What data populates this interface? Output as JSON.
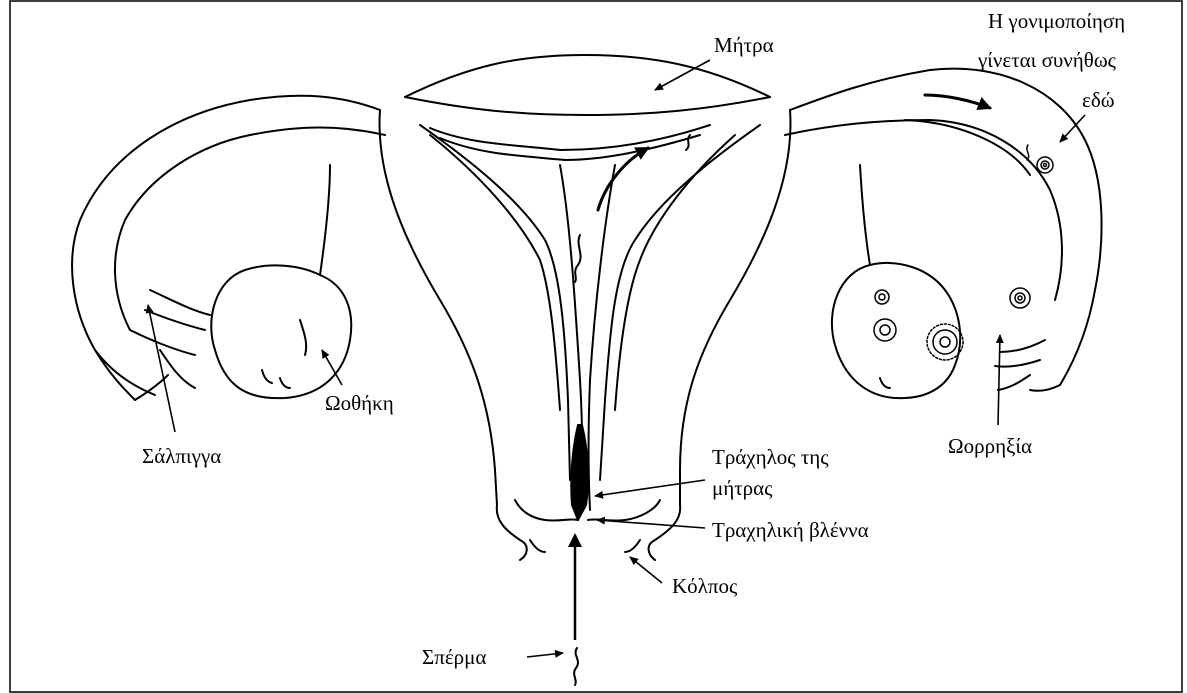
{
  "labels": {
    "uterus": "Μήτρα",
    "fertilization_line1": "Η γονιμοποίηση",
    "fertilization_line2": "γίνεται συνήθως",
    "fertilization_line3": "εδώ",
    "fallopian_tube": "Σάλπιγγα",
    "ovary": "Ωοθήκη",
    "ovulation": "Ωορρηξία",
    "cervix_line1": "Τράχηλος της",
    "cervix_line2": "μήτρας",
    "cervical_mucus": "Τραχηλική βλέννα",
    "vagina": "Κόλπος",
    "sperm": "Σπέρμα"
  }
}
